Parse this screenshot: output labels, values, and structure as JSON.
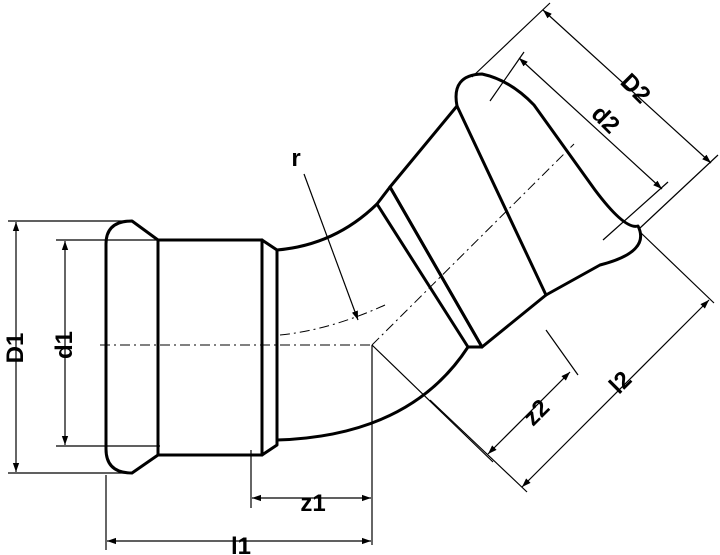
{
  "labels": {
    "D1": "D1",
    "d1": "d1",
    "D2": "D2",
    "d2": "d2",
    "r": "r",
    "z1": "z1",
    "z2": "z2",
    "l1": "l1",
    "l2": "l2"
  }
}
